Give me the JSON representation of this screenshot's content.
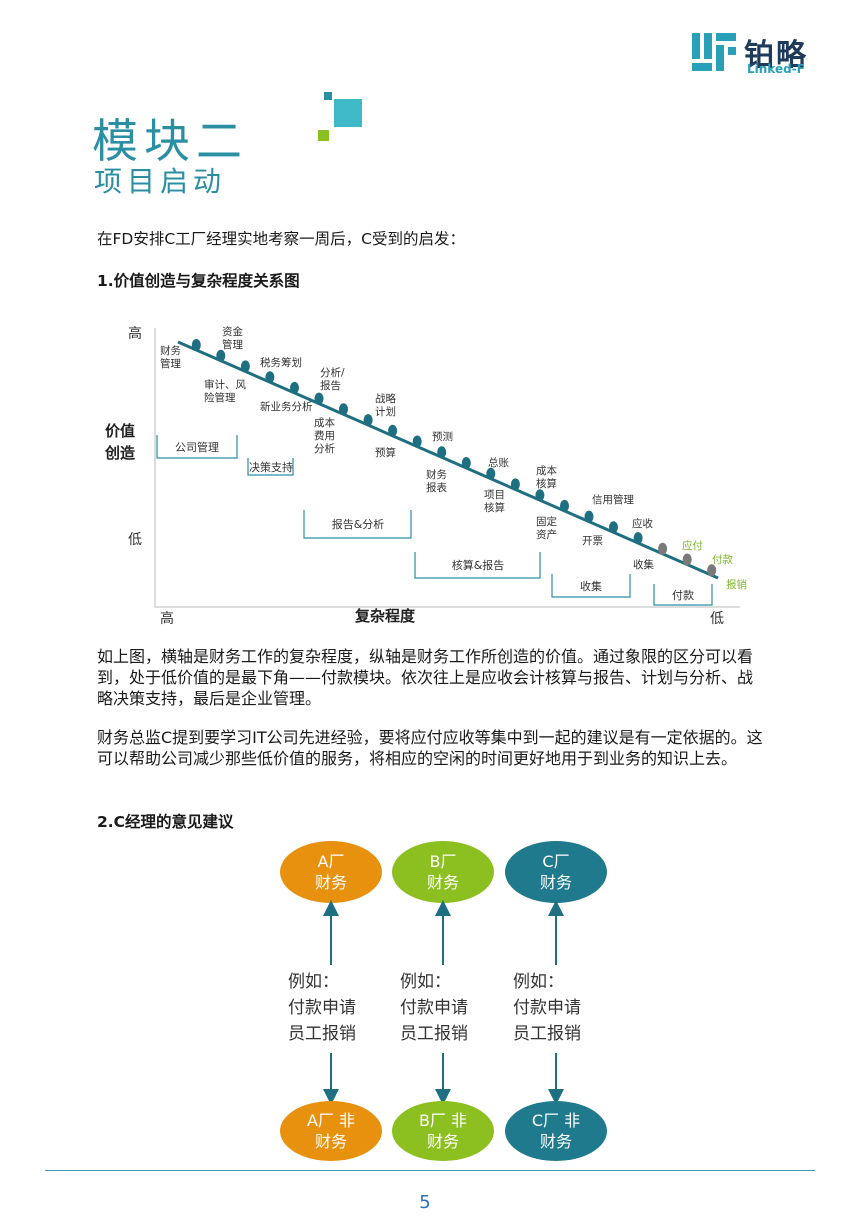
{
  "header": {
    "logo_cn": "铂略",
    "logo_en": "Linked-F"
  },
  "module": {
    "title": "模块二",
    "subtitle": "项目启动"
  },
  "intro": "在FD安排C工厂经理实地考察一周后，C受到的启发：",
  "section1_title": "1.价值创造与复杂程度关系图",
  "chart_data": {
    "type": "line",
    "ylabel": "价值\n创造",
    "xlabel": "复杂程度",
    "y_ticks": [
      "高",
      "低"
    ],
    "x_ticks": [
      "高",
      "低"
    ],
    "trend": "从左上（高复杂程度、高价值）到右下（低复杂程度、低价值）递减",
    "points": [
      {
        "label": "财务管理",
        "tier": "high"
      },
      {
        "label": "资金管理",
        "tier": "high"
      },
      {
        "label": "审计、风险管理",
        "tier": "high"
      },
      {
        "label": "税务筹划",
        "tier": "high"
      },
      {
        "label": "新业务分析",
        "tier": "high"
      },
      {
        "label": "分析/报告",
        "tier": "high"
      },
      {
        "label": "成本费用分析",
        "tier": "high"
      },
      {
        "label": "战略计划",
        "tier": "high"
      },
      {
        "label": "预算",
        "tier": "high"
      },
      {
        "label": "预测",
        "tier": "high"
      },
      {
        "label": "财务报表",
        "tier": "high"
      },
      {
        "label": "总账",
        "tier": "high"
      },
      {
        "label": "项目核算",
        "tier": "high"
      },
      {
        "label": "成本核算",
        "tier": "high"
      },
      {
        "label": "固定资产",
        "tier": "high"
      },
      {
        "label": "信用管理",
        "tier": "high"
      },
      {
        "label": "开票",
        "tier": "high"
      },
      {
        "label": "应收",
        "tier": "high"
      },
      {
        "label": "收集",
        "tier": "high"
      },
      {
        "label": "应付",
        "tier": "low"
      },
      {
        "label": "付款",
        "tier": "low"
      },
      {
        "label": "报销",
        "tier": "low"
      }
    ],
    "groups": [
      "公司管理",
      "决策支持",
      "报告&分析",
      "核算&报告",
      "收集",
      "付款"
    ],
    "colors": {
      "line": "#1f6f82",
      "dot_high": "#1f6f82",
      "dot_low": "#7a7a7a",
      "low_label": "#7bb52a",
      "bracket": "#2a8fa3"
    }
  },
  "para1": "如上图，横轴是财务工作的复杂程度，纵轴是财务工作所创造的价值。通过象限的区分可以看到，处于低价值的是最下角——付款模块。依次往上是应收会计核算与报告、计划与分析、战略决策支持，最后是企业管理。",
  "para2": "财务总监C提到要学习IT公司先进经验，要将应付应收等集中到一起的建议是有一定依据的。这可以帮助公司减少那些低价值的服务，将相应的空闲的时间更好地用于到业务的知识上去。",
  "section2_title": "2.C经理的意见建议",
  "flow": {
    "top": [
      {
        "l1": "A厂",
        "l2": "财务",
        "color": "#e8910f"
      },
      {
        "l1": "B厂",
        "l2": "财务",
        "color": "#8cc020"
      },
      {
        "l1": "C厂",
        "l2": "财务",
        "color": "#1f7a8e"
      }
    ],
    "example": {
      "l1": "例如：",
      "l2": "付款申请",
      "l3": "员工报销"
    },
    "bottom": [
      {
        "l1": "A厂 非",
        "l2": "财务",
        "color": "#e8910f"
      },
      {
        "l1": "B厂 非",
        "l2": "财务",
        "color": "#8cc020"
      },
      {
        "l1": "C厂 非",
        "l2": "财务",
        "color": "#1f7a8e"
      }
    ]
  },
  "page_number": "5"
}
